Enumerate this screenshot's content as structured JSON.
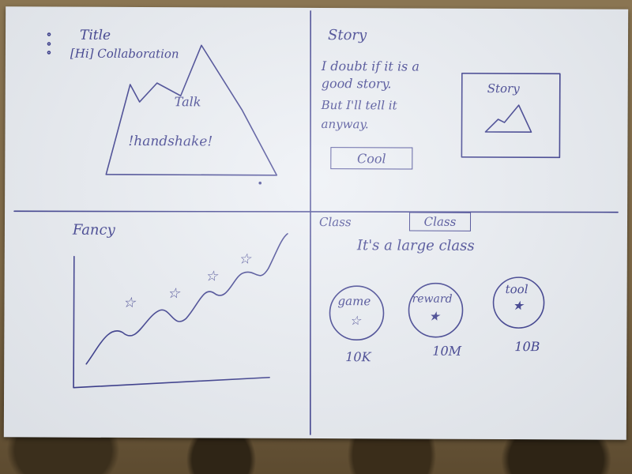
{
  "panels": {
    "title_panel": {
      "heading": "Title",
      "subtitle": "[Hi] Collaboration",
      "mountain_label": "Talk",
      "mountain_caption": "!handshake!"
    },
    "story_panel": {
      "heading": "Story",
      "line1": "I doubt if it is a",
      "line2": "good story.",
      "line3": "But I'll tell it",
      "line4": "anyway.",
      "button_label": "Cool",
      "thumbnail_label": "Story"
    },
    "fancy_panel": {
      "heading": "Fancy"
    },
    "class_panel": {
      "heading": "Class",
      "button_label": "Class",
      "description": "It's a large class",
      "items": [
        {
          "label": "game",
          "count": "10K"
        },
        {
          "label": "reward",
          "count": "10M"
        },
        {
          "label": "tool",
          "count": "10B"
        }
      ]
    }
  },
  "icons": {
    "star": "star-icon",
    "mountain": "mountain-icon"
  },
  "colors": {
    "ink": "#2d2f86",
    "paper": "#e9edf3"
  }
}
